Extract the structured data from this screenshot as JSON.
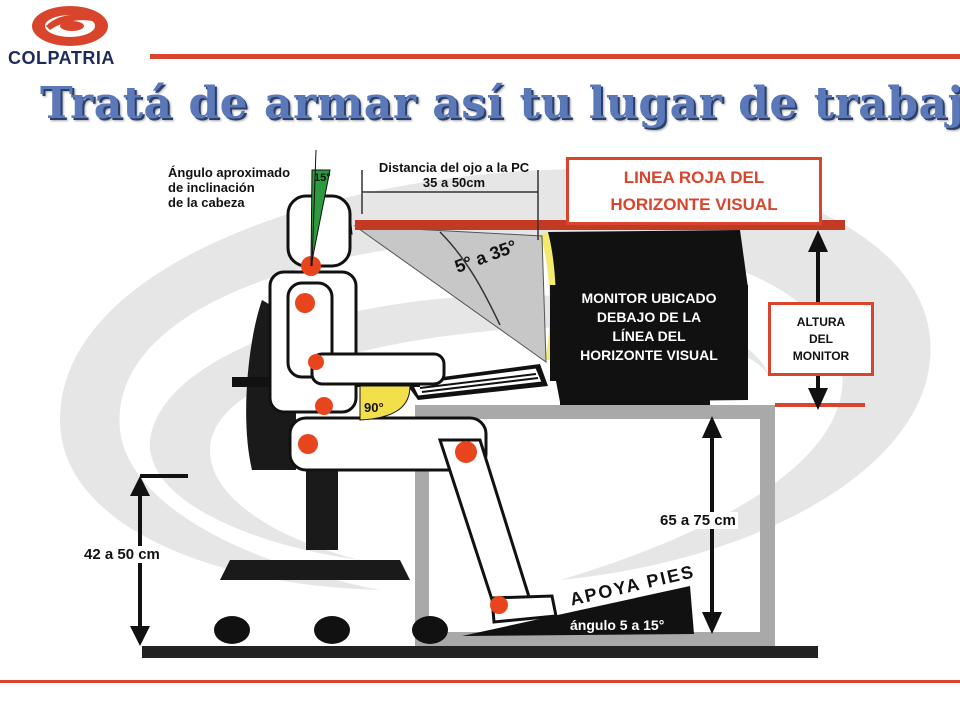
{
  "brand": {
    "name": "COLPATRIA",
    "color_primary": "#d9452c",
    "color_text": "#1d2b5a"
  },
  "title": "Tratá de armar así tu lugar de trabajo",
  "labels": {
    "head_angle_line1": "Ángulo aproximado",
    "head_angle_line2": "de inclinación",
    "head_angle_line3": "de la cabeza",
    "head_angle_value": "15°",
    "eye_distance_line1": "Distancia del ojo a la PC",
    "eye_distance_line2": "35  a 50cm",
    "view_angle": "5° a 35°",
    "elbow_angle": "90°",
    "seat_height": "42 a 50 cm",
    "desk_height": "65 a 75 cm",
    "footrest": "APOYA PIES",
    "footrest_angle": "ángulo 5 a 15°"
  },
  "boxes": {
    "red_line_1": "LINEA ROJA DEL",
    "red_line_2": "HORIZONTE VISUAL",
    "monitor_line_1": "MONITOR UBICADO",
    "monitor_line_2": "DEBAJO DE LA",
    "monitor_line_3": "LÍNEA DEL",
    "monitor_line_4": "HORIZONTE VISUAL",
    "altura_1": "ALTURA",
    "altura_2": "DEL",
    "altura_3": "MONITOR"
  },
  "icons": [
    "colpatria-logo-icon",
    "arrow-up-down-icon"
  ]
}
